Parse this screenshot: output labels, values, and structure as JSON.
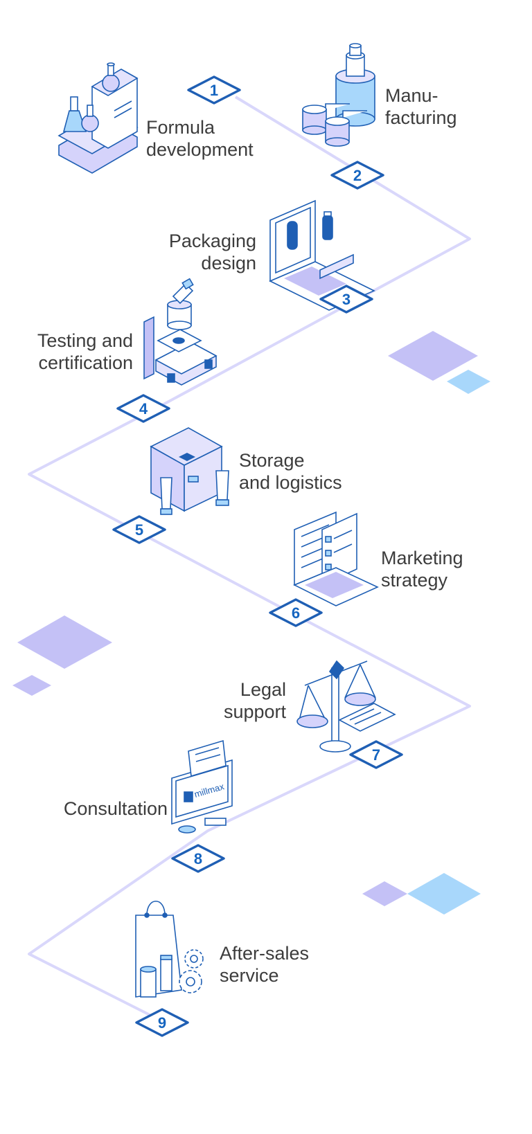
{
  "colors": {
    "path": "#d9d7fb",
    "accent_purple": "#b7b4f5",
    "accent_light_purple": "#d5d3fb",
    "accent_blue": "#a8d7fb",
    "outline_blue": "#1f5fb4",
    "text": "#3c3c3c"
  },
  "steps": [
    {
      "number": "1",
      "line1": "Formula",
      "line2": "development",
      "icon": "flask-lab-icon"
    },
    {
      "number": "2",
      "line1": "Manu-",
      "line2": "facturing",
      "icon": "manufacturing-machine-icon"
    },
    {
      "number": "3",
      "line1": "Packaging",
      "line2": "design",
      "icon": "laptop-packaging-icon"
    },
    {
      "number": "4",
      "line1": "Testing and",
      "line2": "certification",
      "icon": "microscope-icon"
    },
    {
      "number": "5",
      "line1": "Storage",
      "line2": "and logistics",
      "icon": "box-logistics-icon"
    },
    {
      "number": "6",
      "line1": "Marketing",
      "line2": "strategy",
      "icon": "marketing-documents-icon"
    },
    {
      "number": "7",
      "line1": "Legal",
      "line2": "support",
      "icon": "scales-icon"
    },
    {
      "number": "8",
      "line1": "Consultation",
      "line2": "",
      "icon": "monitor-consultation-icon"
    },
    {
      "number": "9",
      "line1": "After-sales",
      "line2": "service",
      "icon": "shopping-bag-gears-icon"
    }
  ],
  "consultation_screen_text": "millmax"
}
